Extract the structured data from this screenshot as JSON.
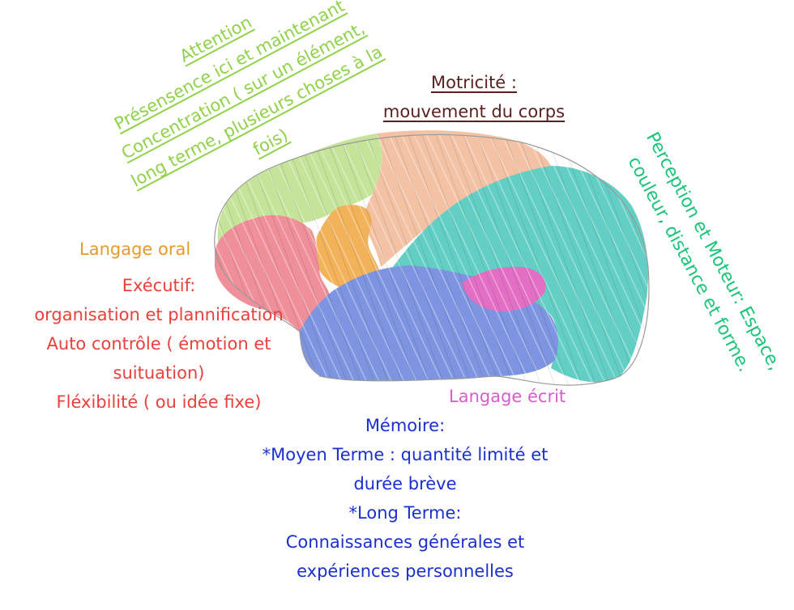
{
  "labels": {
    "attention": [
      "Attention",
      "Présensence ici et maintenant",
      "Concentration ( sur un élément,",
      "long terme,  plusieurs choses à la",
      "fois)"
    ],
    "motricite": [
      "Motricité :",
      "mouvement du corps"
    ],
    "perception": [
      "Perception et Moteur: Espace,",
      "couleur, distance et forme."
    ],
    "langage_oral": "Langage oral",
    "executif": [
      "Exécutif:",
      "organisation et plannification",
      "Auto contrôle ( émotion et",
      "suituation)",
      "Fléxibilité ( ou idée fixe)"
    ],
    "langage_ecrit": "Langage écrit",
    "memoire": [
      "Mémoire:",
      "*Moyen Terme : quantité limité et",
      "durée brève",
      "*Long Terme:",
      "Connaissances générales et",
      "expériences personnelles"
    ]
  },
  "colors": {
    "attention": "#8fd24a",
    "motricite": "#5a1f1f",
    "perception": "#1cc47a",
    "langage_oral": "#e59a2c",
    "executif": "#e9403a",
    "langage_ecrit": "#d85ccc",
    "memoire": "#1a2fd0",
    "region_green": "#c6e39a",
    "region_peach": "#f3c2a4",
    "region_orange": "#f2b25a",
    "region_red": "#ef8f9a",
    "region_teal": "#63cfc4",
    "region_blue": "#7d95e0",
    "region_pink": "#e36fc4"
  }
}
